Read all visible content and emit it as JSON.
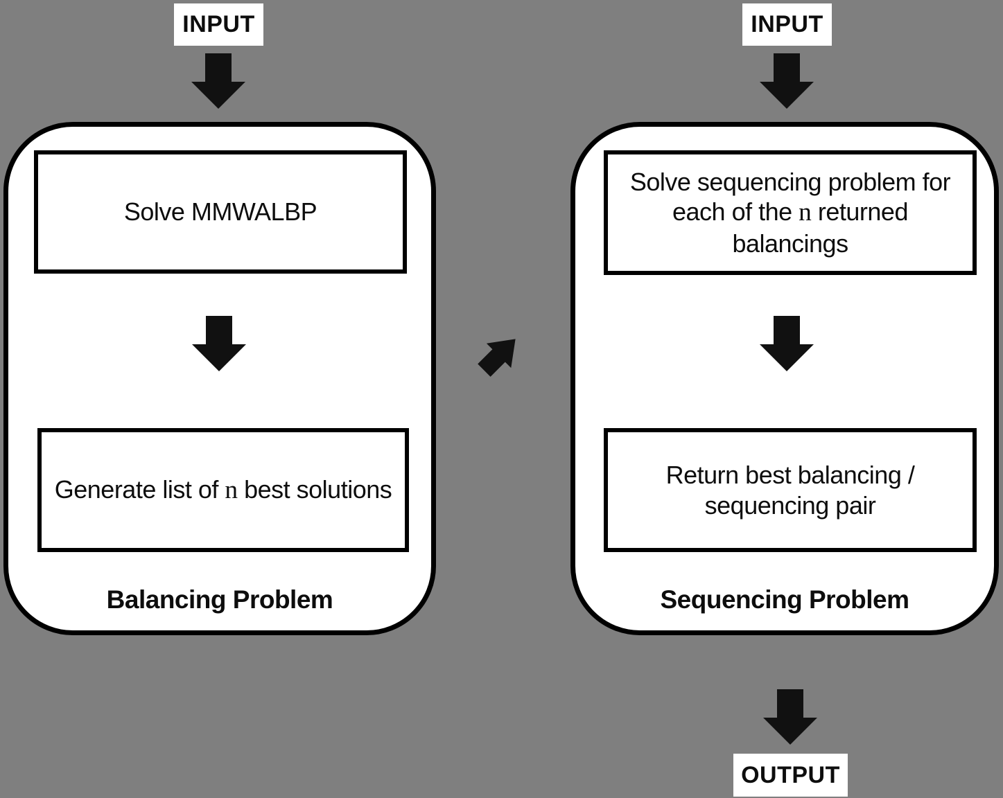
{
  "colors": {
    "background": "#7f7f7f",
    "panel_fill": "#ffffff",
    "line": "#000000",
    "arrow": "#111111",
    "text": "#0d0d0d"
  },
  "io": {
    "input_left": "INPUT",
    "input_right": "INPUT",
    "output": "OUTPUT"
  },
  "left_panel": {
    "title": "Balancing Problem",
    "step1": {
      "text": "Solve MMWALBP"
    },
    "step2": {
      "pre": "Generate list of ",
      "var": "n",
      "post": " best solutions"
    }
  },
  "right_panel": {
    "title": "Sequencing Problem",
    "step1": {
      "pre": "Solve sequencing problem for each of the ",
      "var": "n",
      "post": " returned balancings"
    },
    "step2": {
      "text": "Return best balancing / sequencing pair"
    }
  },
  "icons": {
    "down_arrow": "block-arrow-down",
    "ne_arrow": "block-arrow-up-right"
  }
}
